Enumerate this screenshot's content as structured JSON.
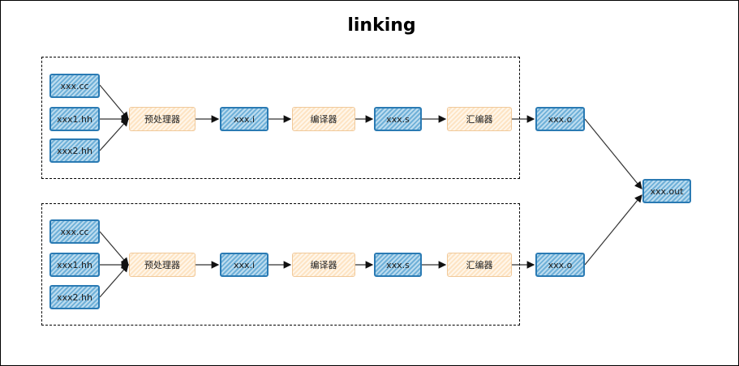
{
  "title": "linking",
  "colors": {
    "file_border": "#2a7ab3",
    "file_fill": "#6fb0d8",
    "tool_border": "#f0c99a",
    "tool_fill": "#fde4c4",
    "edge": "#333333"
  },
  "pipelines": [
    {
      "inputs": [
        "xxx.cc",
        "xxx1.hh",
        "xxx2.hh"
      ],
      "preprocessor": "预处理器",
      "preprocessed": "xxx.i",
      "compiler": "编译器",
      "assembly": "xxx.s",
      "assembler": "汇编器",
      "object": "xxx.o"
    },
    {
      "inputs": [
        "xxx.cc",
        "xxx1.hh",
        "xxx2.hh"
      ],
      "preprocessor": "预处理器",
      "preprocessed": "xxx.i",
      "compiler": "编译器",
      "assembly": "xxx.s",
      "assembler": "汇编器",
      "object": "xxx.o"
    }
  ],
  "output": "xxx.out"
}
